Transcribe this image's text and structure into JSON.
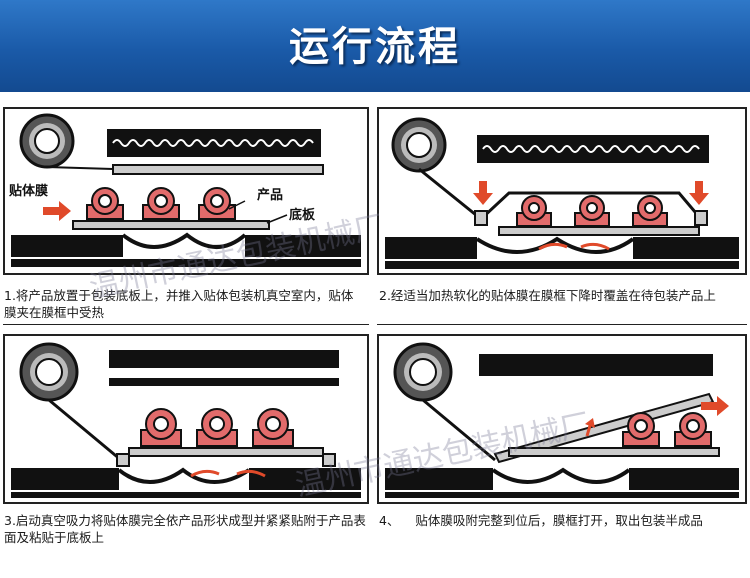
{
  "title": "运行流程",
  "panels": [
    {
      "step": "1",
      "caption": "1.将产品放置于包装底板上，并推入贴体包装机真空室内，贴体膜夹在膜框中受热",
      "labels": {
        "film": "贴体膜",
        "product": "产品",
        "board": "底板"
      }
    },
    {
      "step": "2",
      "caption": "2.经适当加热软化的贴体膜在膜框下降时覆盖在待包装产品上"
    },
    {
      "step": "3",
      "caption": "3.启动真空吸力将贴体膜完全依产品形状成型并紧紧贴附于产品表面及粘贴于底板上"
    },
    {
      "step": "4",
      "caption": "4、    贴体膜吸附完整到位后，膜框打开，取出包装半成品"
    }
  ],
  "watermarks": [
    "温州市通达包装机械厂",
    "温州市通达包装机械厂"
  ],
  "colors": {
    "banner": "#1a5aa8",
    "product": "#e26b6b",
    "arrow": "#e04a2a",
    "ink": "#111111"
  }
}
